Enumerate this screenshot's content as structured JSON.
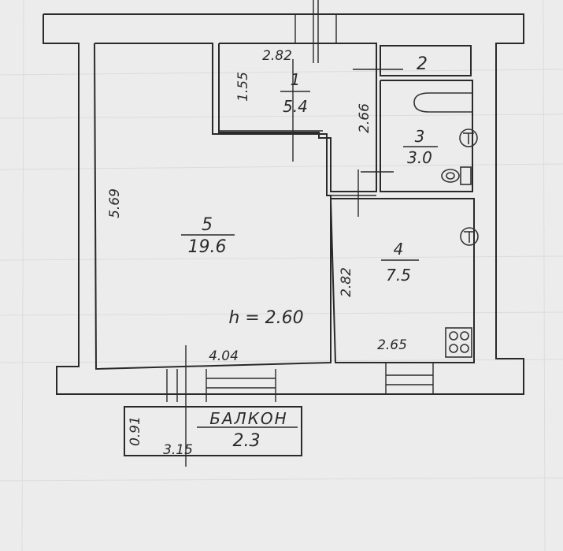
{
  "rooms": [
    {
      "id": "1",
      "number": "1",
      "area": "5.4"
    },
    {
      "id": "2",
      "number": "2",
      "area": ""
    },
    {
      "id": "3",
      "number": "3",
      "area": "3.0"
    },
    {
      "id": "4",
      "number": "4",
      "area": "7.5"
    },
    {
      "id": "5",
      "number": "5",
      "area": "19.6"
    }
  ],
  "dimensions": {
    "hall_width": "2.82",
    "hall_depth": "1.55",
    "corridor_length": "2.66",
    "room5_depth": "5.69",
    "room5_width": "4.04",
    "kitchen_depth": "2.82",
    "kitchen_width": "2.65",
    "ceiling_height": "h = 2.60",
    "balcony_depth": "0.91",
    "balcony_width": "3.15"
  },
  "balcony": {
    "label": "БАЛКОН",
    "area": "2.3"
  }
}
